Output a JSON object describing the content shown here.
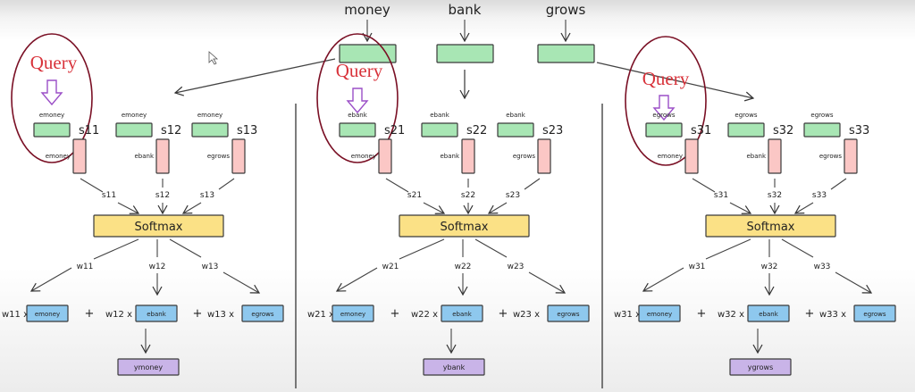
{
  "top_words": [
    "money",
    "bank",
    "grows"
  ],
  "query_label": "Query",
  "softmax_label": "Softmax",
  "colors": {
    "green": "#a8e6b4",
    "pink": "#fbc7c5",
    "yellow": "#fbe186",
    "blue": "#8ec8ee",
    "purple": "#c9b4e8",
    "ellipse": "#7a1025",
    "query_text": "#d8323a",
    "query_arrow": "#9b4fc7"
  },
  "panels": [
    {
      "query_token": "emoney",
      "keys": [
        "emoney",
        "ebank",
        "egrows"
      ],
      "scores": [
        "s11",
        "s12",
        "s13"
      ],
      "weights": [
        "w11",
        "w12",
        "w13"
      ],
      "values": [
        "emoney",
        "ebank",
        "egrows"
      ],
      "output": "ymoney"
    },
    {
      "query_token": "ebank",
      "keys": [
        "emoney",
        "ebank",
        "egrows"
      ],
      "scores": [
        "s21",
        "s22",
        "s23"
      ],
      "weights": [
        "w21",
        "w22",
        "w23"
      ],
      "values": [
        "emoney",
        "ebank",
        "egrows"
      ],
      "output": "ybank"
    },
    {
      "query_token": "egrows",
      "keys": [
        "emoney",
        "ebank",
        "egrows"
      ],
      "scores": [
        "s31",
        "s32",
        "s33"
      ],
      "weights": [
        "w31",
        "w32",
        "w33"
      ],
      "values": [
        "emoney",
        "ebank",
        "egrows"
      ],
      "output": "ygrows"
    }
  ],
  "operators": {
    "times": "x",
    "plus": "+"
  }
}
